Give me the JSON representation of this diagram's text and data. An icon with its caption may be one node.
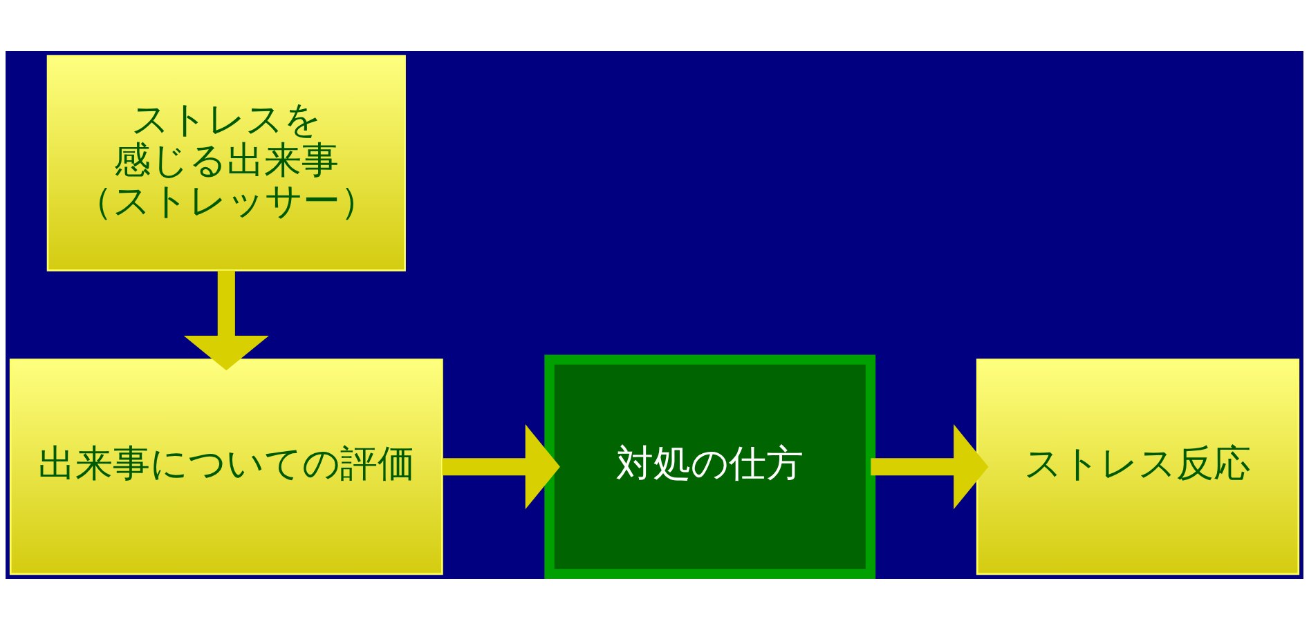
{
  "diagram": {
    "nodes": [
      {
        "text": [
          "ストレスを感じる出来事（ストレッサー）"
        ]
      },
      {
        "text": [
          "出来事についての評価"
        ]
      },
      {
        "text": [
          "対処の仕方"
        ]
      },
      {
        "text": [
          "ストレス反応"
        ]
      }
    ],
    "edges": [
      {
        "from": 0,
        "to": 1,
        "arrow": "to"
      },
      {
        "from": 1,
        "to": 2,
        "arrow": "to"
      },
      {
        "from": 2,
        "to": 3,
        "arrow": "to"
      }
    ]
  }
}
